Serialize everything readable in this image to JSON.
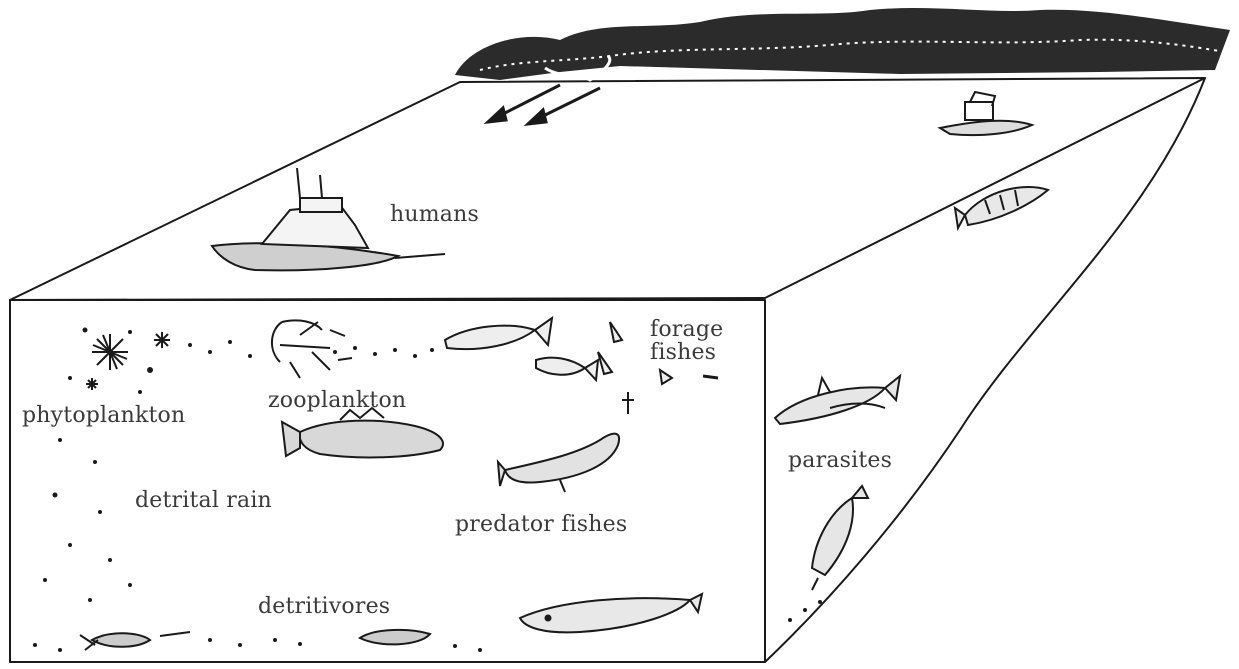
{
  "labels": {
    "humans": "humans",
    "forage_line1": "forage",
    "forage_line2": "fishes",
    "zooplankton": "zooplankton",
    "phytoplankton": "phytoplankton",
    "parasites": "parasites",
    "detrital_rain": "detrital rain",
    "predator_fishes": "predator fishes",
    "detritivores": "detritivores"
  },
  "colors": {
    "ink": "#1a1a1a",
    "label": "#3a3a3a",
    "shore": "#2b2b2b",
    "background": "#ffffff"
  }
}
